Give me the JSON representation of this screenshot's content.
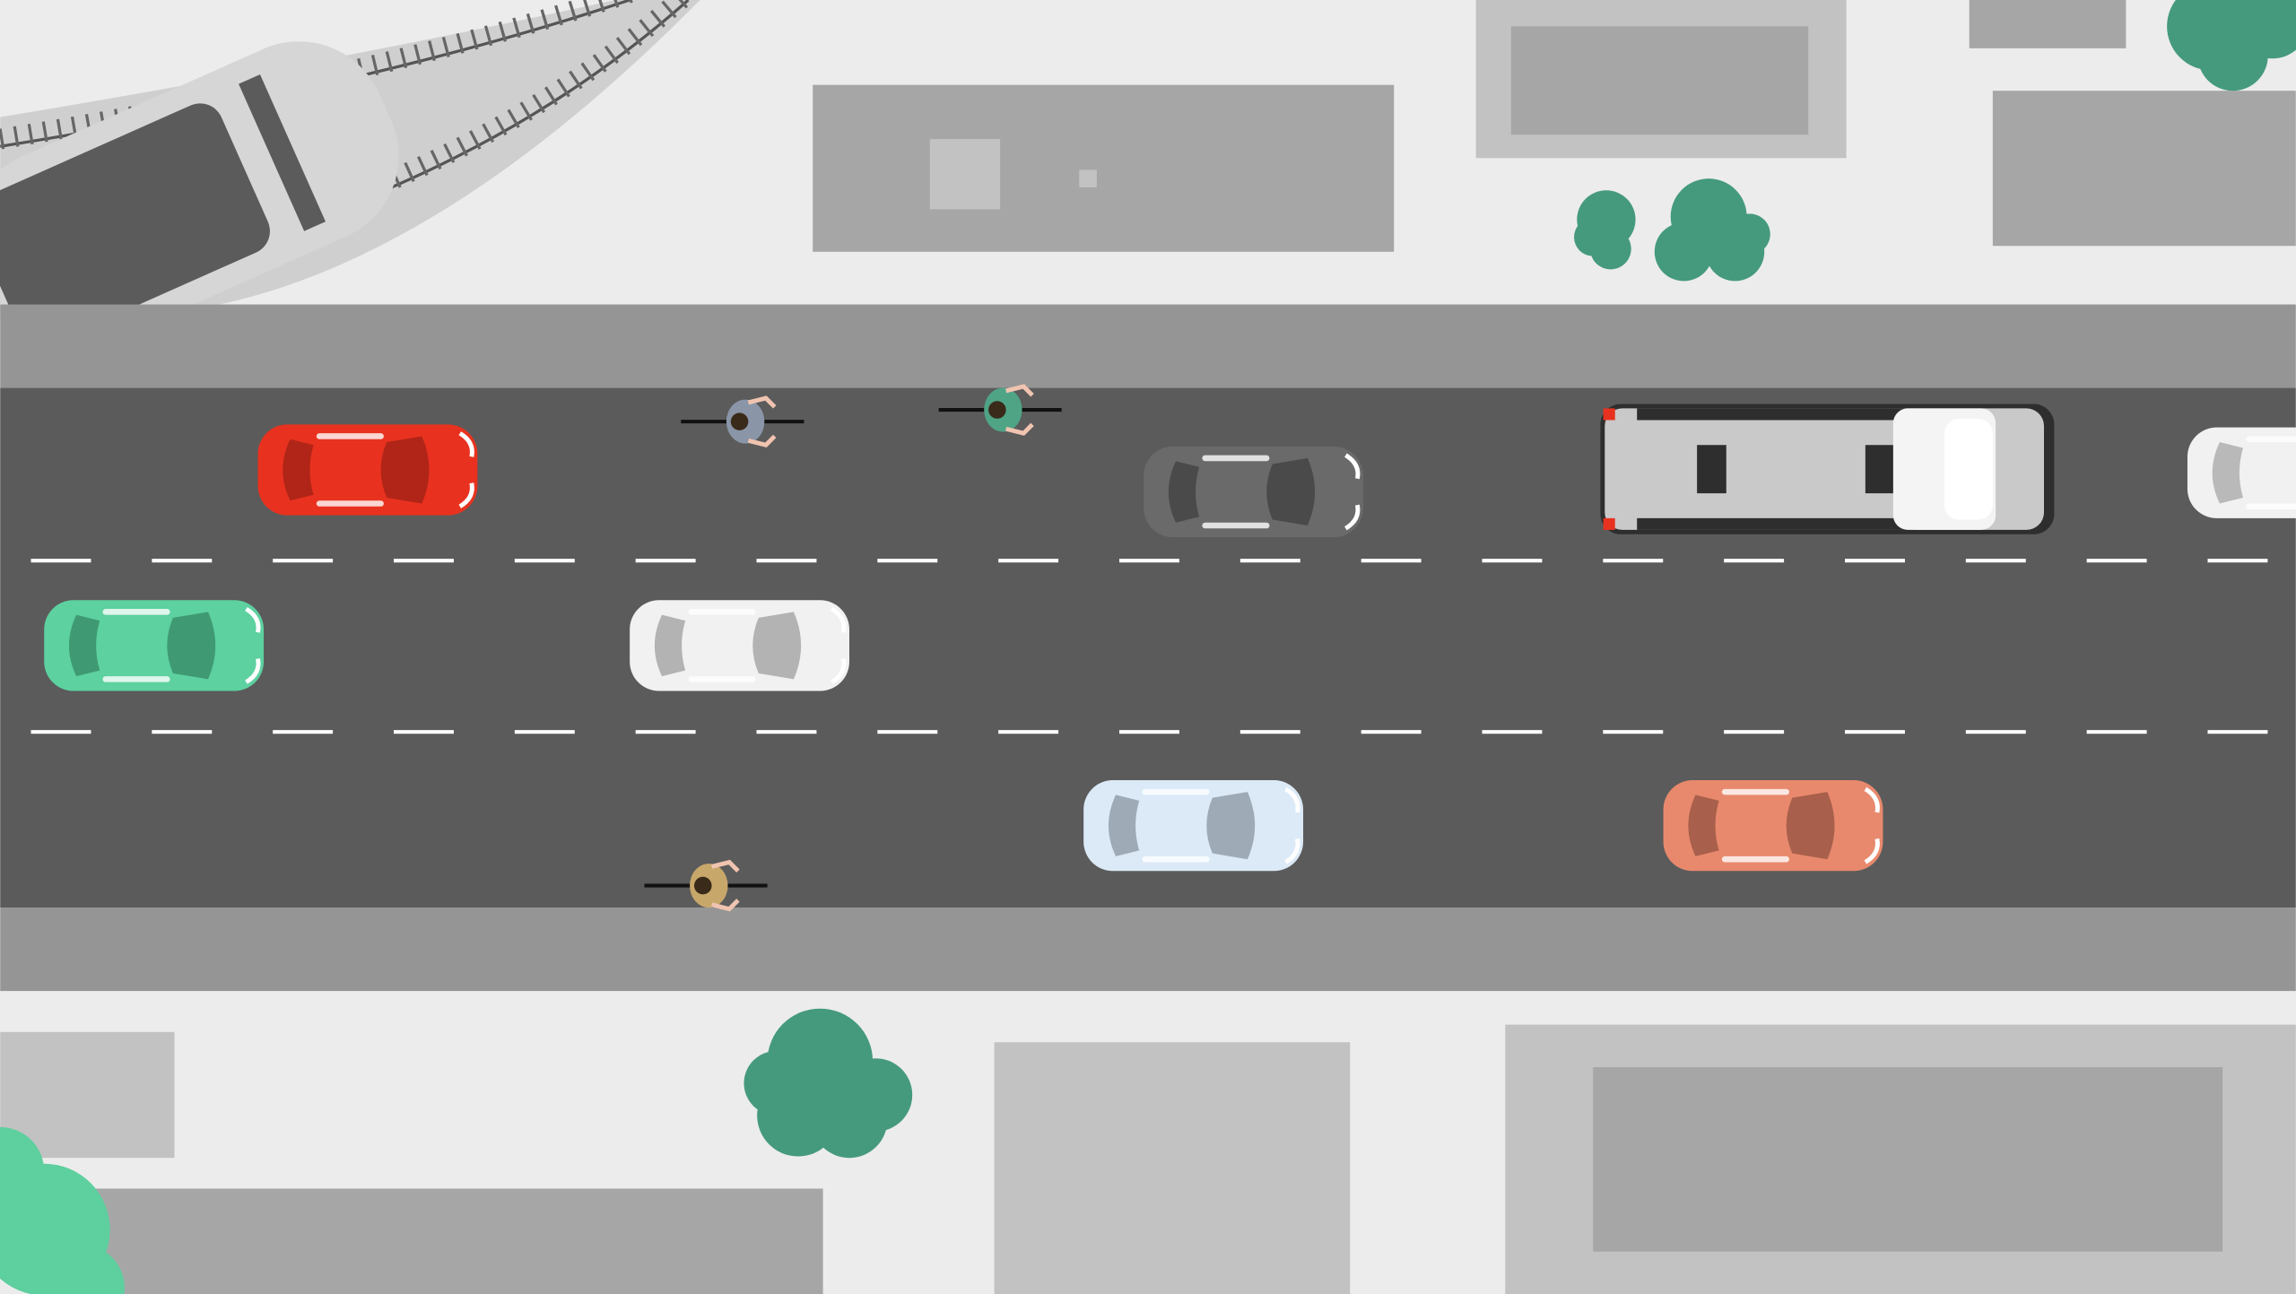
{
  "scene": {
    "colors": {
      "ground": "#ececec",
      "sidewalk": "#959595",
      "road": "#5b5b5b",
      "lane_marking": "#ffffff",
      "building_dark": "#a6a6a6",
      "building_light": "#c2c2c2",
      "tree": "#459a7d",
      "tree_light": "#5ecf9e"
    },
    "vehicles": [
      {
        "kind": "car",
        "name": "red-car",
        "color": "#e8321f",
        "glass": "#b02518"
      },
      {
        "kind": "car",
        "name": "dark-gray-car",
        "color": "#6a6a6a",
        "glass": "#4a4a4a"
      },
      {
        "kind": "bus",
        "name": "bus",
        "color": "#c9c9c9",
        "glass": "#2e2e2e"
      },
      {
        "kind": "car",
        "name": "white-car-partial",
        "color": "#f1f1f1",
        "glass": "#b9b9b9"
      },
      {
        "kind": "car",
        "name": "green-car",
        "color": "#5dd1a0",
        "glass": "#3f9a74"
      },
      {
        "kind": "car",
        "name": "white-car",
        "color": "#f1f1f1",
        "glass": "#b3b3b3"
      },
      {
        "kind": "car",
        "name": "light-blue-car",
        "color": "#dceaf7",
        "glass": "#9eaab5"
      },
      {
        "kind": "car",
        "name": "salmon-car",
        "color": "#e8896d",
        "glass": "#a8604c"
      }
    ],
    "cyclists": [
      {
        "name": "cyclist-blue",
        "shirt": "#8a96a8"
      },
      {
        "name": "cyclist-green",
        "shirt": "#4fa486"
      },
      {
        "name": "cyclist-tan",
        "shirt": "#c8a76a"
      }
    ]
  }
}
